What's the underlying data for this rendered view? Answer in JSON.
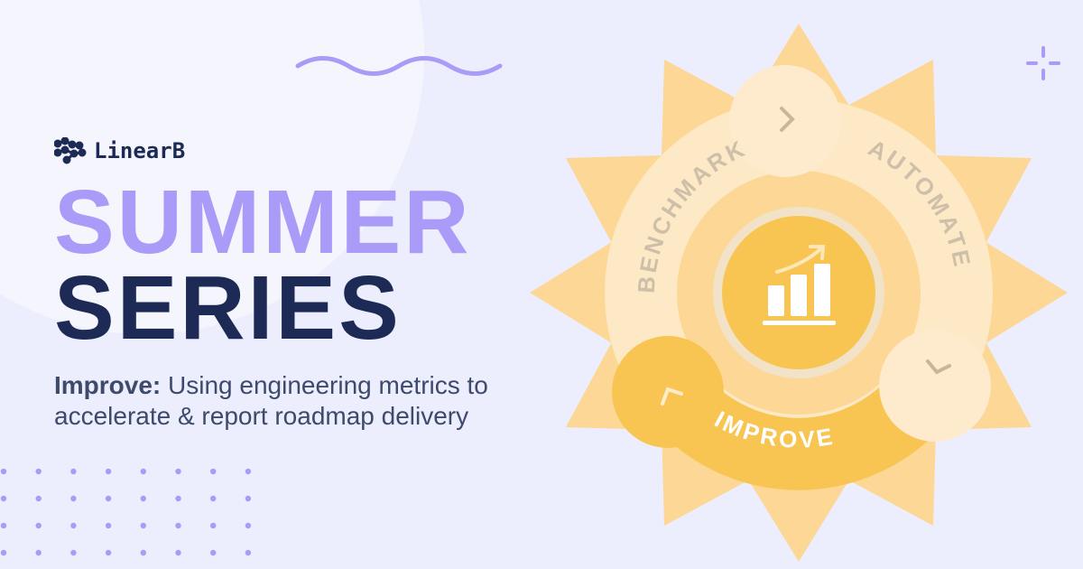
{
  "brand": {
    "name": "LinearB"
  },
  "headline": {
    "line1": "SUMMER",
    "line2": "SERIES"
  },
  "subtitle": {
    "bold": "Improve:",
    "rest": " Using engineering metrics to accelerate & report roadmap delivery"
  },
  "cycle": {
    "stages": [
      "BENCHMARK",
      "AUTOMATE",
      "IMPROVE"
    ],
    "active": "IMPROVE"
  },
  "colors": {
    "accent": "#a99bf7",
    "navy": "#1c2a55",
    "sun": "#fdd796",
    "ring": "#fee9c6",
    "active": "#f8c552"
  }
}
